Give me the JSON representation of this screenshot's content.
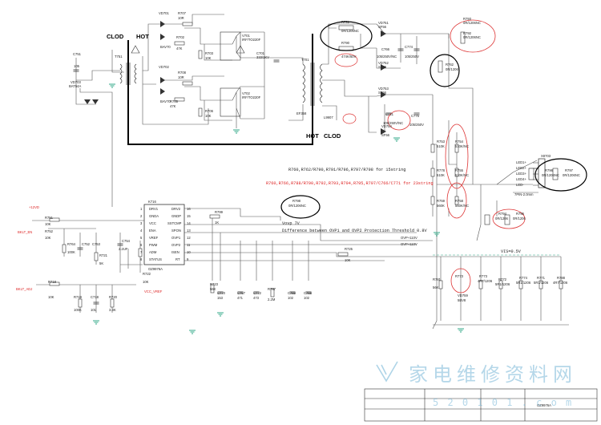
{
  "labels": {
    "clod_left": "CLOD",
    "hot_left": "HOT",
    "hot_bottom": "HOT",
    "clod_bottom": "CLOD",
    "ic_ref": "K716",
    "ic_part": "OZ9976A",
    "conn_ref": "X8703",
    "conn_part": "7PIN-2.0mm",
    "vis_label": "VIS=0.5V",
    "vovp_line": "Vovp  7V",
    "ovp_line": "Difference between OVP1 and OVP2 Protection Threshold  0.8V",
    "note_line1": "R760,R762/R790,R791/R796,R797/R798 for 15string",
    "note_line2": "R760,R766,R788/R790,R792,R793,R794,R795,R797/C766/C771 for 23string",
    "title_block_part": "OZ9976A",
    "watermark_cn": "家电维修资料网",
    "watermark_url": "5 2 0 1 0 1 . c o m",
    "net_plus12v": "+12VD",
    "net_bklt_en": "BKLT_EN",
    "net_bklt_adj": "BKLT_ADJ",
    "net_vcc_vref": "VCC_VREF",
    "net_ovp": "OVP+110V",
    "net_ovp2": "OVP+110V",
    "t_ref": "T701",
    "tr_ref": "T751",
    "l_ref": "L9907",
    "ef_ref": "EF358"
  },
  "ic_pins_left": [
    "DRV1",
    "GNDA",
    "VCC",
    "ENA",
    "VREF",
    "PWM",
    "ADM",
    "STATUS"
  ],
  "ic_pins_left_num": [
    "1",
    "2",
    "3",
    "4",
    "5",
    "6",
    "7",
    "8"
  ],
  "ic_pins_right": [
    "DRV2",
    "GNDP",
    "SSTCMP",
    "SPON",
    "OVP1",
    "OVP2",
    "ISEN",
    "RT"
  ],
  "ic_pins_right_num": [
    "16",
    "15",
    "14",
    "13",
    "12",
    "11",
    "10",
    "9"
  ],
  "conn_pins": [
    "LED1+",
    "LED2+",
    "LED3+",
    "LED4+",
    "LED-"
  ],
  "components": {
    "vd701": "VD701",
    "bav70a": "BAV70",
    "r707": "R707",
    "r707v": "10R",
    "r702": "R702",
    "r702v": "47K",
    "r703": "R703",
    "r703v": "10K",
    "v701": "V701",
    "v701p": "IRF/TO220F",
    "v702": "V702",
    "v702p": "IRF/TO220F",
    "vd702": "VD702",
    "bav70b": "BAV70",
    "r708": "R708",
    "r708v": "10R",
    "r705": "R705",
    "r705v": "47K",
    "r706": "R706",
    "r706v": "10K",
    "c701": "C701",
    "c701v": "333/1KV",
    "c751": "C751",
    "c751v": "105",
    "vd703": "VD703",
    "vd703p": "BAT54A",
    "r791": "R791",
    "r791v": "0R/1206NC",
    "r790": "R790",
    "r790v": "474K/50V",
    "vd751": "VD751",
    "vd751p": "SF56",
    "c766": "C766",
    "c766v": "105/250V/NC",
    "c774": "C774",
    "c774v": "105/250V",
    "vd752": "VD752",
    "vd752p": "SF56",
    "r793": "R793",
    "r793v": "0R/1206NC",
    "r792": "R792",
    "r792v": "0R/1206NC",
    "r762": "R762",
    "r762v": "0R/1206",
    "vd753": "VD753",
    "vd753p": "SF56",
    "c771": "C771",
    "c771v": "105/250V/NC",
    "c775": "C775",
    "c775v": "105/250V",
    "vd754": "VD754",
    "vd754p": "SF56",
    "r753": "R753",
    "r753v": "510K",
    "r754": "R754",
    "r754v": "510K/NC",
    "r755": "R755",
    "r755v": "510K/NC",
    "r778": "R778",
    "r778v": "510K",
    "r759": "R759",
    "r759v": "560K",
    "r758": "R758",
    "r758v": "560K/NC",
    "r796": "R796",
    "r796v": "0R/1206NC",
    "r797": "R797",
    "r797v": "0R/1206NC",
    "r794": "R794",
    "r794v": "0R/1206",
    "r795": "R795",
    "r795v": "0R/1206",
    "r798": "R798",
    "r798v": "0R/1206NC",
    "r751": "R751",
    "r751v": "10K",
    "r752": "R752",
    "r752v": "10K",
    "r764": "R764",
    "r764v": "100K",
    "c752": "C752",
    "c753": "C753",
    "c754": "C754",
    "c754v": "2.2UF",
    "r721": "R721",
    "r721v": "5K",
    "r722": "R722",
    "r722v": "10K",
    "r718": "R718",
    "r718v": "10K",
    "r719": "R719",
    "r719v": "100K",
    "c718": "C718",
    "c718v": "101",
    "r720": "R720",
    "r720v": "3.3K",
    "r723": "R723",
    "r723v": "56K",
    "c770": "C770",
    "c770v": "153",
    "c767": "C767",
    "c767v": "471",
    "c772": "C772",
    "c772v": "473",
    "r787": "R787",
    "r787v": "2.2M",
    "c769": "C769",
    "c769v": "102",
    "c768": "C768",
    "c768v": "102",
    "r799": "R799",
    "r799v": "1K",
    "r725": "R725",
    "r725v": "10K",
    "r781": "R781",
    "r781v": "56K",
    "vd759": "VD759",
    "vd759p": "5BV8",
    "r773": "R773",
    "r773v": "4R7/1206",
    "r772": "R772",
    "r772v": "5R1/1206",
    "r774": "R774",
    "r774v": "5R1/1206",
    "r771": "R771",
    "r771v": "5R1/1206",
    "r789": "R789",
    "r789v": "5R1/1206",
    "r788": "R788",
    "r788v": "4R7/1206"
  }
}
